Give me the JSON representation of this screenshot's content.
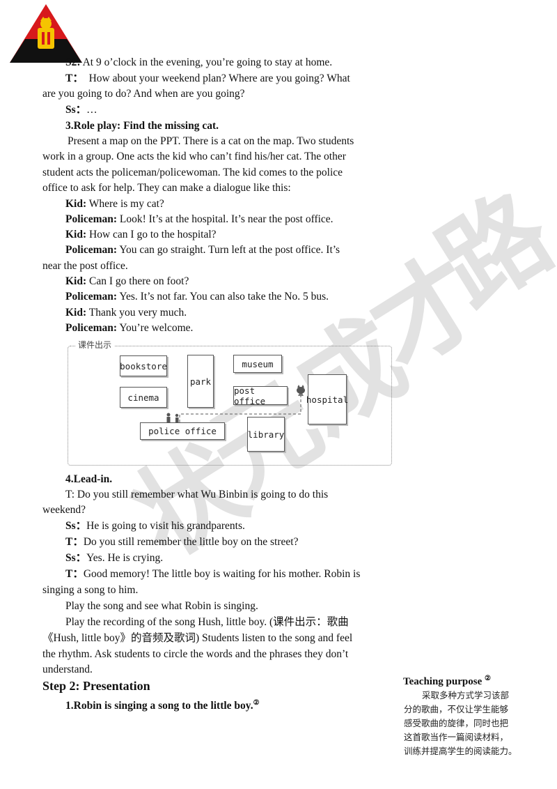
{
  "lines": [
    {
      "id": "l1",
      "speaker": "S2:",
      "text": "At 9 o’clock in the evening, you’re going to stay at home."
    },
    {
      "id": "l2",
      "speaker": "T：",
      "text": "How about your weekend plan? Where are you going? What"
    },
    {
      "id": "l3",
      "speaker": "",
      "text": "are you going to do? And when are you going?"
    },
    {
      "id": "l4",
      "speaker": "Ss：",
      "text": "…"
    },
    {
      "id": "l5",
      "speaker": "",
      "text": "3.Role play: Find the missing cat."
    },
    {
      "id": "l6",
      "speaker": "",
      "text": "Present a map on the PPT. There is a cat on the map. Two students"
    },
    {
      "id": "l7",
      "speaker": "",
      "text": "work in a group. One acts the kid who can’t find his/her cat. The other"
    },
    {
      "id": "l8",
      "speaker": "",
      "text": "student acts the policeman/policewoman. The kid comes to the police"
    },
    {
      "id": "l9",
      "speaker": "",
      "text": "office to ask for help. They can make a dialogue like this:"
    },
    {
      "id": "l10",
      "speaker": "Kid:",
      "text": "Where is my cat?"
    },
    {
      "id": "l11",
      "speaker": "Policeman:",
      "text": "Look! It’s at the hospital. It’s near the post office."
    },
    {
      "id": "l12",
      "speaker": "Kid:",
      "text": "How can I go to the hospital?"
    },
    {
      "id": "l13",
      "speaker": "Policeman:",
      "text": "You can go straight. Turn left at the post office. It’s"
    },
    {
      "id": "l14",
      "speaker": "",
      "text": "near the post office."
    },
    {
      "id": "l15",
      "speaker": "Kid:",
      "text": "Can I go there on foot?"
    },
    {
      "id": "l16",
      "speaker": "Policeman:",
      "text": "Yes. It’s not far. You can also take the No. 5 bus."
    },
    {
      "id": "l17",
      "speaker": "Kid:",
      "text": "Thank you very much."
    },
    {
      "id": "l18",
      "speaker": "Policeman:",
      "text": "You’re welcome."
    }
  ],
  "diagram": {
    "title": "课件出示",
    "places": {
      "bookstore": "bookstore",
      "cinema": "cinema",
      "park": "park",
      "museum": "museum",
      "post_office": "post office",
      "hospital": "hospital",
      "police_office": "police office",
      "library": "library"
    }
  },
  "lower": [
    {
      "id": "m1",
      "speaker": "",
      "text": "4.Lead-in."
    },
    {
      "id": "m2",
      "speaker": "",
      "text": "T: Do you still remember what Wu Binbin is going to do this"
    },
    {
      "id": "m3",
      "speaker": "",
      "text": "weekend?"
    },
    {
      "id": "m4",
      "speaker": "Ss：",
      "text": "He is going to visit his grandparents."
    },
    {
      "id": "m5",
      "speaker": "T：",
      "text": "Do you still remember the little boy on the street?"
    },
    {
      "id": "m6",
      "speaker": "Ss：",
      "text": "Yes. He is crying."
    },
    {
      "id": "m7",
      "speaker": "T：",
      "text": "Good memory! The little boy is waiting for his mother. Robin is"
    },
    {
      "id": "m8",
      "speaker": "",
      "text": "singing a song to him."
    },
    {
      "id": "m9",
      "speaker": "",
      "text": "Play the song and see what Robin is singing."
    },
    {
      "id": "m10",
      "speaker": "",
      "text": "Play the recording of the song Hush, little boy. (课件出示：歌曲"
    },
    {
      "id": "m11",
      "speaker": "",
      "text": "《Hush, little boy》的音频及歌词) Students listen to the song and feel"
    },
    {
      "id": "m12",
      "speaker": "",
      "text": "the rhythm. Ask students to circle the words and the phrases they don’t"
    },
    {
      "id": "m13",
      "speaker": "",
      "text": "understand."
    }
  ],
  "step": {
    "heading": "Step 2: Presentation",
    "sub": "1.Robin is singing a song to the little boy.",
    "sub_note": "②"
  },
  "sidebar": {
    "title": "Teaching purpose",
    "note": "②",
    "lines": [
      "采取多种方式学习该部",
      "分的歌曲，不仅让学生能够",
      "感受歌曲的旋律，同时也把",
      "这首歌当作一篇阅读材料，",
      "训练并提高学生的阅读能力。"
    ]
  },
  "watermark": [
    "状",
    "元",
    "成",
    "才",
    "路"
  ],
  "colors": {
    "logo_red": "#d7191c",
    "logo_black": "#111111",
    "logo_gold": "#f5c400"
  }
}
